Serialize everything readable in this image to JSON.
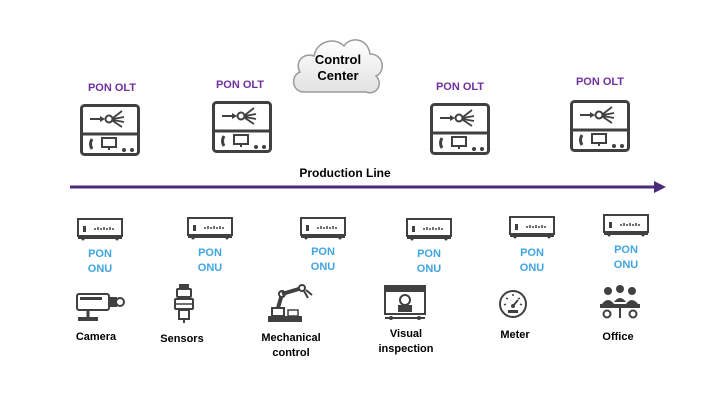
{
  "colors": {
    "olt": "#7030a0",
    "onu": "#41a5e1",
    "arrow": "#4b2a7b",
    "icon": "#404040"
  },
  "cloud": {
    "line1": "Control",
    "line2": "Center"
  },
  "production_line": "Production Line",
  "olts": [
    {
      "label": "PON OLT"
    },
    {
      "label": "PON OLT"
    },
    {
      "label": "PON OLT"
    },
    {
      "label": "PON OLT"
    }
  ],
  "onus": [
    {
      "line1": "PON",
      "line2": "ONU"
    },
    {
      "line1": "PON",
      "line2": "ONU"
    },
    {
      "line1": "PON",
      "line2": "ONU"
    },
    {
      "line1": "PON",
      "line2": "ONU"
    },
    {
      "line1": "PON",
      "line2": "ONU"
    },
    {
      "line1": "PON",
      "line2": "ONU"
    }
  ],
  "devices": [
    {
      "line1": "Camera",
      "line2": "",
      "icon": "camera-icon"
    },
    {
      "line1": "Sensors",
      "line2": "",
      "icon": "sensor-icon"
    },
    {
      "line1": "Mechanical",
      "line2": "control",
      "icon": "robot-arm-icon"
    },
    {
      "line1": "Visual",
      "line2": "inspection",
      "icon": "inspection-icon"
    },
    {
      "line1": "Meter",
      "line2": "",
      "icon": "meter-icon"
    },
    {
      "line1": "Office",
      "line2": "",
      "icon": "office-icon"
    }
  ]
}
